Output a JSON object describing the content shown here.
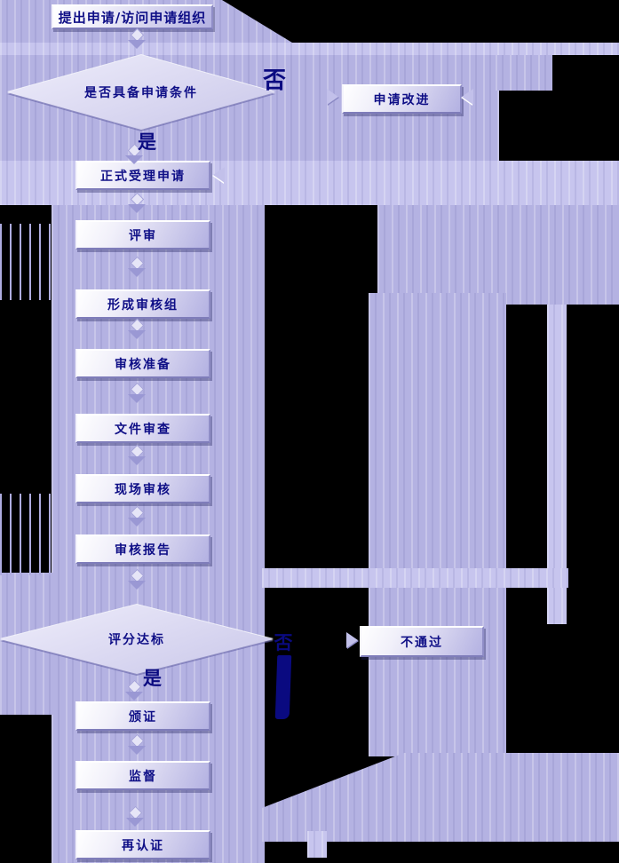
{
  "flowchart": {
    "nodes": {
      "start": {
        "label": "提出申请/访问申请组织"
      },
      "cond1": {
        "label": "是否具备申请条件"
      },
      "improve": {
        "label": "申请改进"
      },
      "accept": {
        "label": "正式受理申请"
      },
      "review": {
        "label": "评审"
      },
      "team": {
        "label": "形成审核组"
      },
      "prep": {
        "label": "审核准备"
      },
      "doc": {
        "label": "文件审查"
      },
      "onsite": {
        "label": "现场审核"
      },
      "report": {
        "label": "审核报告"
      },
      "score": {
        "label": "评分达标"
      },
      "fail": {
        "label": "不通过"
      },
      "cert": {
        "label": "颁证"
      },
      "superv": {
        "label": "监督"
      },
      "recert": {
        "label": "再认证"
      }
    },
    "branch_labels": {
      "no1": "否",
      "yes1": "是",
      "no2": "否",
      "yes2": "是"
    },
    "icons": {
      "connector": "down-arrow",
      "into_improve": "right-arrow",
      "into_fail": "right-arrow"
    },
    "colors": {
      "background": "#000000",
      "panel": "#b4b2e2",
      "panel_light": "#c7c5ee",
      "node_face_light": "#ffffff",
      "node_face_dark": "#b3b1e2",
      "diamond_face": "#dedcf3",
      "node_text": "#0e0e86",
      "branch_label": "#0a0a80",
      "edge_shadow": "#7f7dba"
    }
  }
}
